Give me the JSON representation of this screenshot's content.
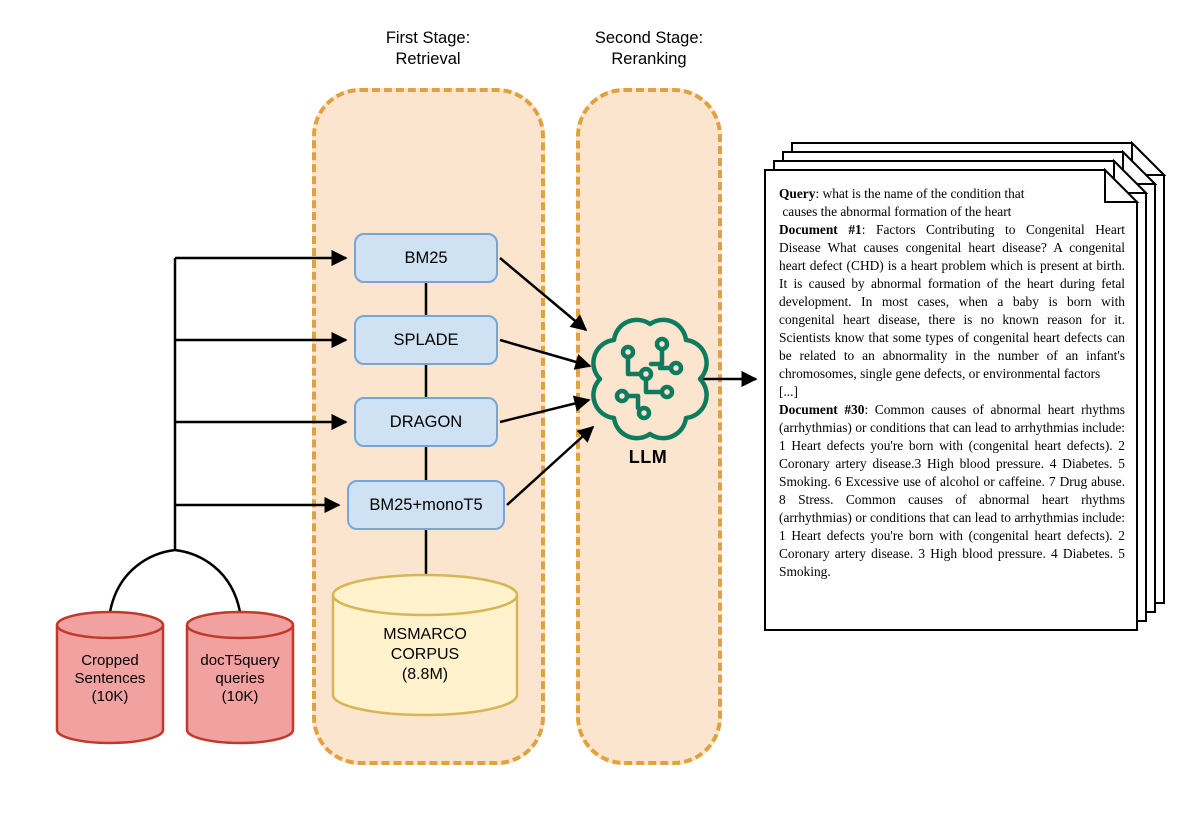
{
  "stages": {
    "first": {
      "label": "First Stage:\nRetrieval"
    },
    "second": {
      "label": "Second Stage:\nReranking"
    }
  },
  "retrievers": [
    {
      "label": "BM25"
    },
    {
      "label": "SPLADE"
    },
    {
      "label": "DRAGON"
    },
    {
      "label": "BM25+monoT5"
    }
  ],
  "corpus": {
    "label": "MSMARCO\nCORPUS\n(8.8M)"
  },
  "inputs": [
    {
      "label": "Cropped\nSentences\n(10K)"
    },
    {
      "label": "docT5query\nqueries\n(10K)"
    }
  ],
  "llm": {
    "label": "LLM"
  },
  "output": {
    "query_label": "Query",
    "query_text": ": what is the name of the condition that\n causes the abnormal formation of the heart",
    "doc1_label": "Document #1",
    "doc1_text": ": Factors Contributing to Congenital Heart Disease What causes congenital heart disease? A congenital heart defect (CHD) is a heart problem which is present at birth. It is caused by abnormal formation of the heart during fetal development. In most cases, when a baby is born with congenital heart disease, there is no known reason for it. Scientists know that some types of congenital heart defects can be related to an abnormality in the number of an infant's chromosomes, single gene defects, or environmental factors",
    "ellipsis": "[...]",
    "doc30_label": "Document #30",
    "doc30_text": ": Common causes of abnormal heart rhythms (arrhythmias) or conditions that can lead to arrhythmias include: 1 Heart defects you're born with (congenital heart defects). 2 Coronary artery disease.3 High blood pressure. 4 Diabetes. 5 Smoking. 6 Excessive use of alcohol or caffeine. 7 Drug abuse. 8 Stress. Common causes of abnormal heart rhythms (arrhythmias) or conditions that can lead to arrhythmias include: 1 Heart defects you're born with (congenital heart defects). 2 Coronary artery disease. 3 High blood pressure. 4 Diabetes. 5 Smoking."
  },
  "colors": {
    "stage_fill": "#FBE5CE",
    "stage_border": "#E0A23E",
    "retriever_fill": "#CFE2F3",
    "retriever_border": "#76A5D8",
    "corpus_fill": "#FFF2CC",
    "corpus_border": "#D6B656",
    "input_fill": "#F2A1A1",
    "input_border": "#C0392B",
    "llm_green": "#0E7B5F",
    "arrow": "#000000"
  }
}
